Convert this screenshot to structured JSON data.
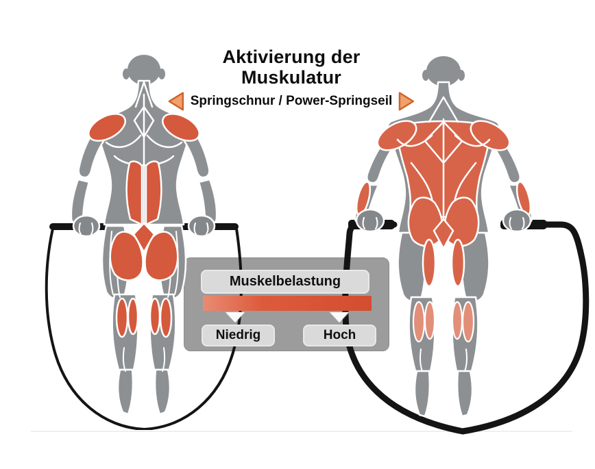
{
  "title": {
    "line1": "Aktivierung der",
    "line2": "Muskulatur"
  },
  "subtitle": {
    "text": "Springschnur / Power-Springseil"
  },
  "panel": {
    "header": "Muskelbelastung",
    "low_label": "Niedrig",
    "high_label": "Hoch"
  },
  "icons": {
    "left_arrow": "triangle-left",
    "right_arrow": "triangle-right",
    "low_marker": "triangle-down",
    "high_marker": "triangle-down",
    "left_figure": "muscle-anatomy-back-view-low-activation-with-thin-jump-rope",
    "right_figure": "muscle-anatomy-back-view-high-activation-with-thick-jump-rope"
  },
  "colors": {
    "accent_red": "#d5593c",
    "accent_red2": "#d76449",
    "salmon": "#e28e79",
    "body_gray": "#8d9093",
    "panel_gray": "#9c9c9c",
    "box_gray": "#dadada",
    "bar_start": "#e98b72",
    "bar_mid": "#dd5b3c",
    "bar_end": "#d34d30",
    "rope": "#141414",
    "arrow_orange": "#f0a16c",
    "arrow_border": "#cf6127"
  }
}
